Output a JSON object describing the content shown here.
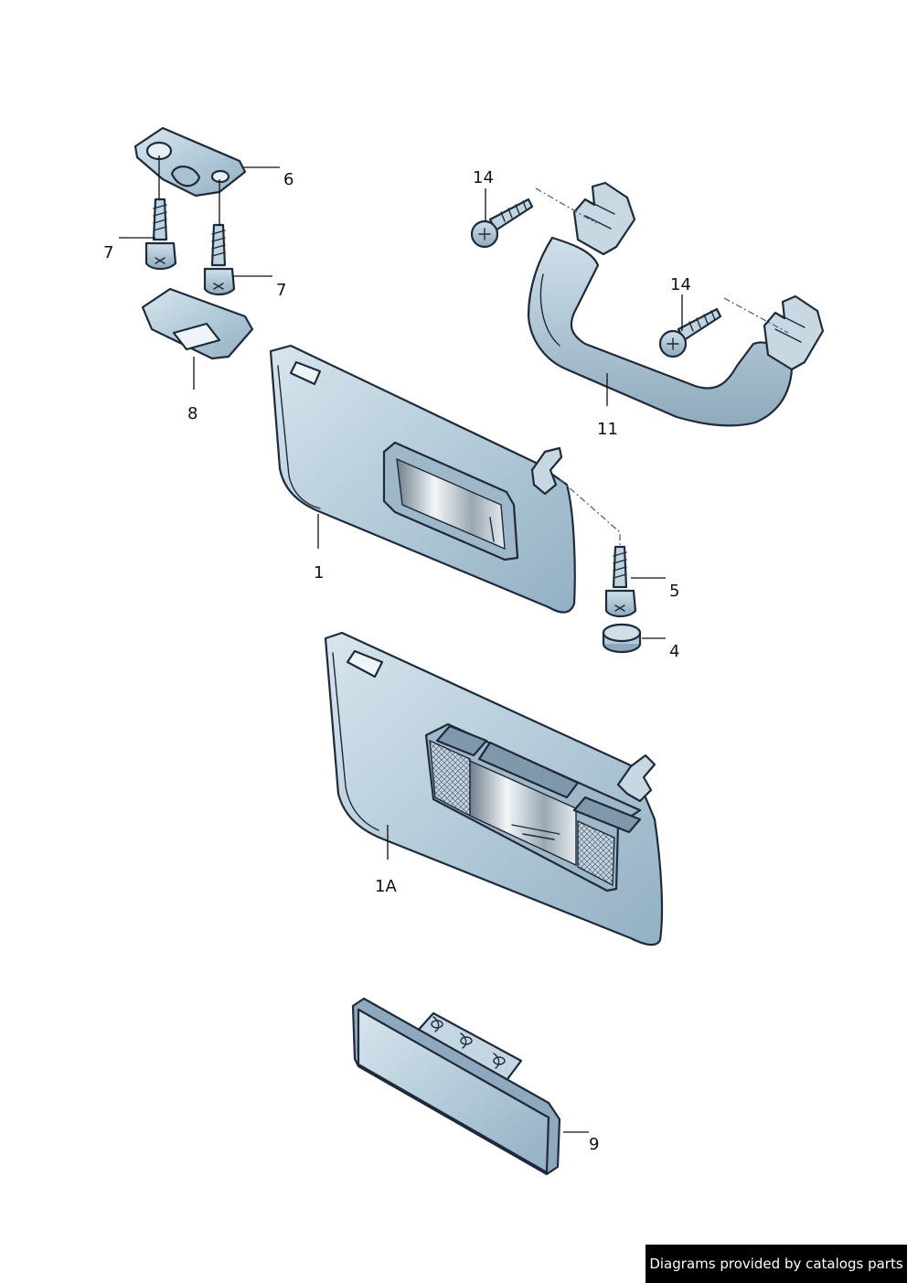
{
  "colors": {
    "part_fill": "#b4cbd9",
    "part_light": "#dbe8f0",
    "part_dark": "#8ea9bd",
    "outline": "#1f2a3a",
    "footer_bg": "#000000",
    "footer_text": "#ffffff"
  },
  "callouts": {
    "c1": "1",
    "c1a": "1A",
    "c4": "4",
    "c5": "5",
    "c6": "6",
    "c7a": "7",
    "c7b": "7",
    "c8": "8",
    "c9": "9",
    "c11": "11",
    "c14a": "14",
    "c14b": "14"
  },
  "footer": {
    "text": "Diagrams provided by catalogs parts"
  }
}
